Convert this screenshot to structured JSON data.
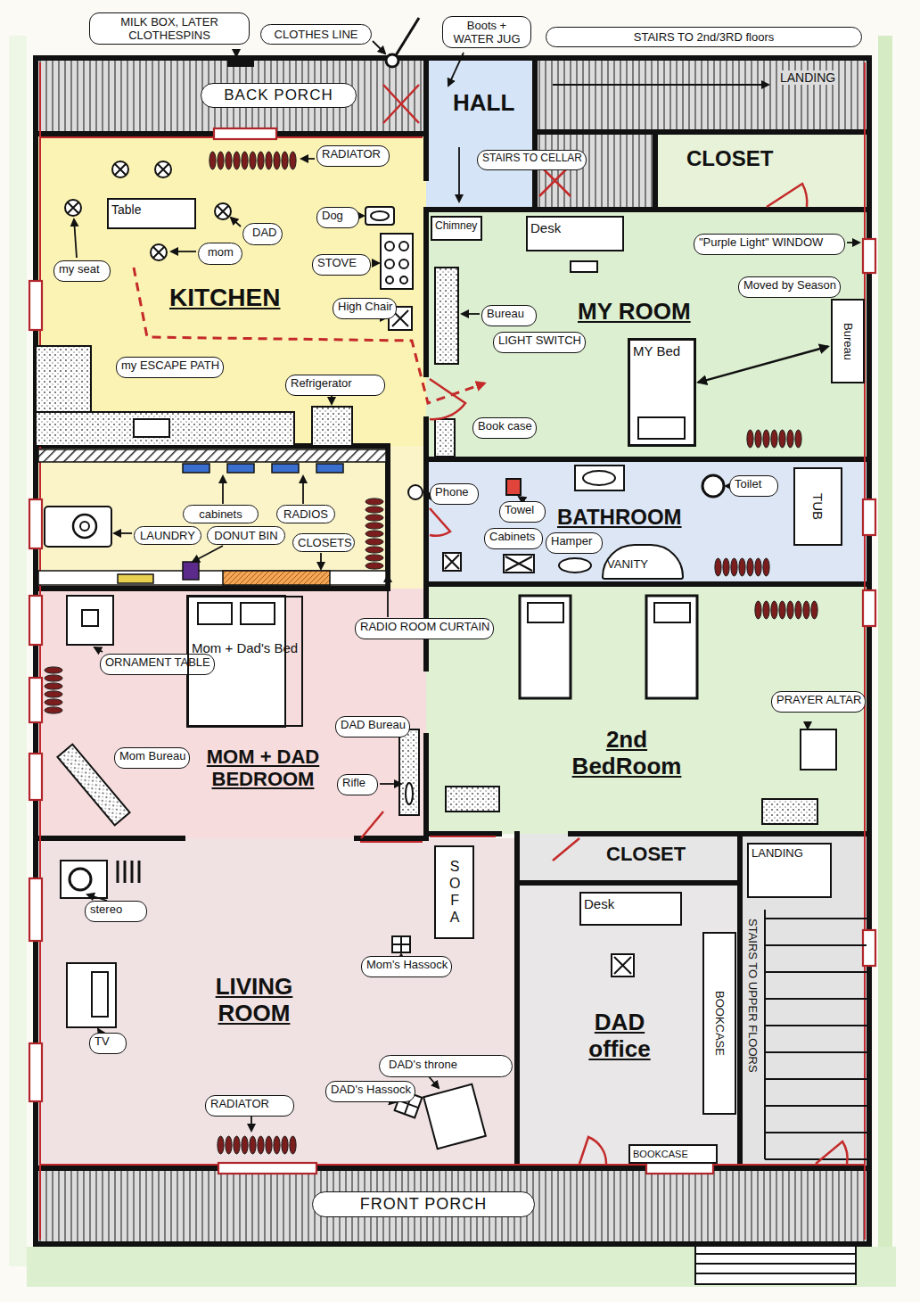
{
  "diagram": {
    "nodes": [
      {
        "text": [
          "MILK BOX, LATER CLOTHESPINS"
        ]
      },
      {
        "text": [
          "CLOTHES LINE"
        ]
      },
      {
        "text": [
          "Boots + WATER JUG"
        ]
      },
      {
        "text": [
          "STAIRS TO 2nd/3RD floors"
        ]
      },
      {
        "text": [
          "BACK PORCH"
        ]
      },
      {
        "text": [
          "HALL"
        ]
      },
      {
        "text": [
          "STAIRS TO CELLAR"
        ],
        "in": 5
      },
      {
        "text": [
          "LANDING"
        ]
      },
      {
        "text": [
          "CLOSET"
        ]
      },
      {
        "text": [
          "KITCHEN"
        ]
      },
      {
        "text": [
          "RADIATOR"
        ],
        "in": 9
      },
      {
        "text": [
          "Table"
        ],
        "in": 9
      },
      {
        "text": [
          "DAD"
        ],
        "in": 9
      },
      {
        "text": [
          "mom"
        ],
        "in": 9
      },
      {
        "text": [
          "my seat"
        ],
        "in": 9
      },
      {
        "text": [
          "Dog"
        ],
        "in": 9
      },
      {
        "text": [
          "STOVE"
        ],
        "in": 9
      },
      {
        "text": [
          "High Chair"
        ],
        "in": 9
      },
      {
        "text": [
          "my ESCAPE PATH"
        ],
        "in": 9
      },
      {
        "text": [
          "Refrigerator"
        ],
        "in": 9
      },
      {
        "text": [
          "MY ROOM"
        ]
      },
      {
        "text": [
          "Chimney"
        ],
        "in": 20
      },
      {
        "text": [
          "Desk"
        ],
        "in": 20
      },
      {
        "text": [
          "Bureau"
        ],
        "in": 20
      },
      {
        "text": [
          "LIGHT SWITCH"
        ],
        "in": 20
      },
      {
        "text": [
          "\"Purple Light\" WINDOW"
        ],
        "in": 20
      },
      {
        "text": [
          "Moved by Season"
        ],
        "in": 20
      },
      {
        "text": [
          "Bureau"
        ],
        "in": 20
      },
      {
        "text": [
          "MY Bed"
        ],
        "in": 20
      },
      {
        "text": [
          "Book case"
        ],
        "in": 20
      },
      {
        "text": [
          "BATHROOM"
        ]
      },
      {
        "text": [
          "Phone"
        ],
        "in": 30
      },
      {
        "text": [
          "Towel"
        ],
        "in": 30
      },
      {
        "text": [
          "Toilet"
        ],
        "in": 30
      },
      {
        "text": [
          "TUB"
        ],
        "in": 30
      },
      {
        "text": [
          "Cabinets"
        ],
        "in": 30
      },
      {
        "text": [
          "Hamper"
        ],
        "in": 30
      },
      {
        "text": [
          "VANITY"
        ],
        "in": 30
      },
      {
        "text": [
          "cabinets"
        ]
      },
      {
        "text": [
          "RADIOS"
        ]
      },
      {
        "text": [
          "LAUNDRY"
        ]
      },
      {
        "text": [
          "DONUT BIN"
        ]
      },
      {
        "text": [
          "CLOSETS"
        ]
      },
      {
        "text": [
          "MOM + DAD BEDROOM"
        ]
      },
      {
        "text": [
          "ORNAMENT TABLE"
        ],
        "in": 43
      },
      {
        "text": [
          "Mom + Dad's Bed"
        ],
        "in": 43
      },
      {
        "text": [
          "RADIO ROOM CURTAIN"
        ],
        "in": 43
      },
      {
        "text": [
          "Mom Bureau"
        ],
        "in": 43
      },
      {
        "text": [
          "DAD Bureau"
        ],
        "in": 43
      },
      {
        "text": [
          "Rifle"
        ],
        "in": 43
      },
      {
        "text": [
          "2nd BedRoom"
        ]
      },
      {
        "text": [
          "PRAYER ALTAR"
        ],
        "in": 50
      },
      {
        "text": [
          "LIVING ROOM"
        ]
      },
      {
        "text": [
          "stereo"
        ],
        "in": 52
      },
      {
        "text": [
          "TV"
        ],
        "in": 52
      },
      {
        "text": [
          "SOFA"
        ],
        "in": 52
      },
      {
        "text": [
          "Mom's Hassock"
        ],
        "in": 52
      },
      {
        "text": [
          "RADIATOR"
        ],
        "in": 52
      },
      {
        "text": [
          "DAD's throne"
        ],
        "in": 52
      },
      {
        "text": [
          "DAD's Hassock"
        ],
        "in": 52
      },
      {
        "text": [
          "CLOSET"
        ]
      },
      {
        "text": [
          "DAD office"
        ]
      },
      {
        "text": [
          "Desk"
        ],
        "in": 61
      },
      {
        "text": [
          "BOOKCASE"
        ],
        "in": 61
      },
      {
        "text": [
          "BOOKCASE"
        ],
        "in": 61
      },
      {
        "text": [
          "STAIRS TO UPPER FLOORS"
        ]
      },
      {
        "text": [
          "LANDING"
        ],
        "in": 65
      },
      {
        "text": [
          "FRONT PORCH"
        ]
      }
    ],
    "edges": [
      {
        "from": 28,
        "to": 27,
        "arrow": "both"
      }
    ]
  }
}
